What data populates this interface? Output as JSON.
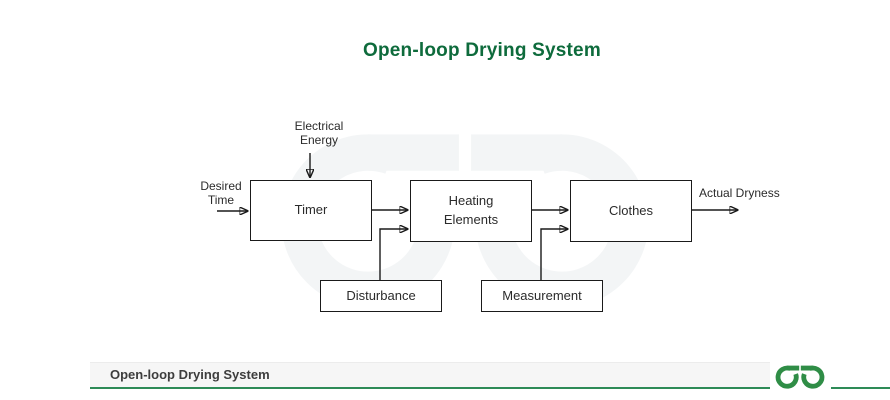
{
  "title": "Open-loop Drying System",
  "colors": {
    "title_green": "#0e6b3c",
    "brand_green": "#2f8d46",
    "line_green": "#2e8b57",
    "watermark_gray": "#f3f5f6",
    "ink": "#1a1a1a"
  },
  "diagram": {
    "blocks": {
      "timer": {
        "label": "Timer"
      },
      "heating": {
        "label": "Heating\nElements"
      },
      "clothes": {
        "label": "Clothes"
      },
      "disturbance": {
        "label": "Disturbance"
      },
      "measurement": {
        "label": "Measurement"
      }
    },
    "labels": {
      "desired_time": "Desired\nTime",
      "electrical_energy": "Electrical\nEnergy",
      "actual_dryness": "Actual Dryness"
    }
  },
  "footer": {
    "caption": "Open-loop Drying System",
    "logo": "geeksforgeeks-logo"
  }
}
